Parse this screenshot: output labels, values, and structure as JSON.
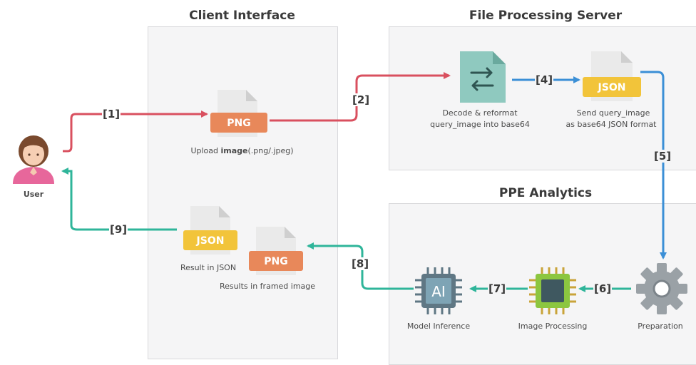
{
  "panels": {
    "client": "Client Interface",
    "server": "File Processing Server",
    "ppe": "PPE Analytics"
  },
  "user": {
    "label": "User"
  },
  "files": {
    "upload_badge": "PNG",
    "json_badge": "JSON",
    "result_json_badge": "JSON",
    "result_png_badge": "PNG",
    "ai_badge": "AI"
  },
  "captions": {
    "upload_pre": "Upload ",
    "upload_bold": "image",
    "upload_post": "(.png/.jpeg)",
    "decode_line1": "Decode & reformat",
    "decode_line2": "query_image into base64",
    "send_line1": "Send query_image",
    "send_line2": "as base64 JSON format",
    "result_json": "Result in JSON",
    "result_png": "Results in framed image",
    "model": "Model Inference",
    "image_processing": "Image Processing",
    "preparation": "Preparation"
  },
  "steps": [
    "[1]",
    "[2]",
    "[4]",
    "[5]",
    "[6]",
    "[7]",
    "[8]",
    "[9]"
  ],
  "colors": {
    "red_arrow": "#d9505f",
    "blue_arrow": "#3b8fd6",
    "teal_arrow": "#2fb59a",
    "png_orange": "#e8885a",
    "json_yellow": "#f2c43a",
    "chip_green": "#8cc640",
    "ai_chip": "#5f7784"
  }
}
